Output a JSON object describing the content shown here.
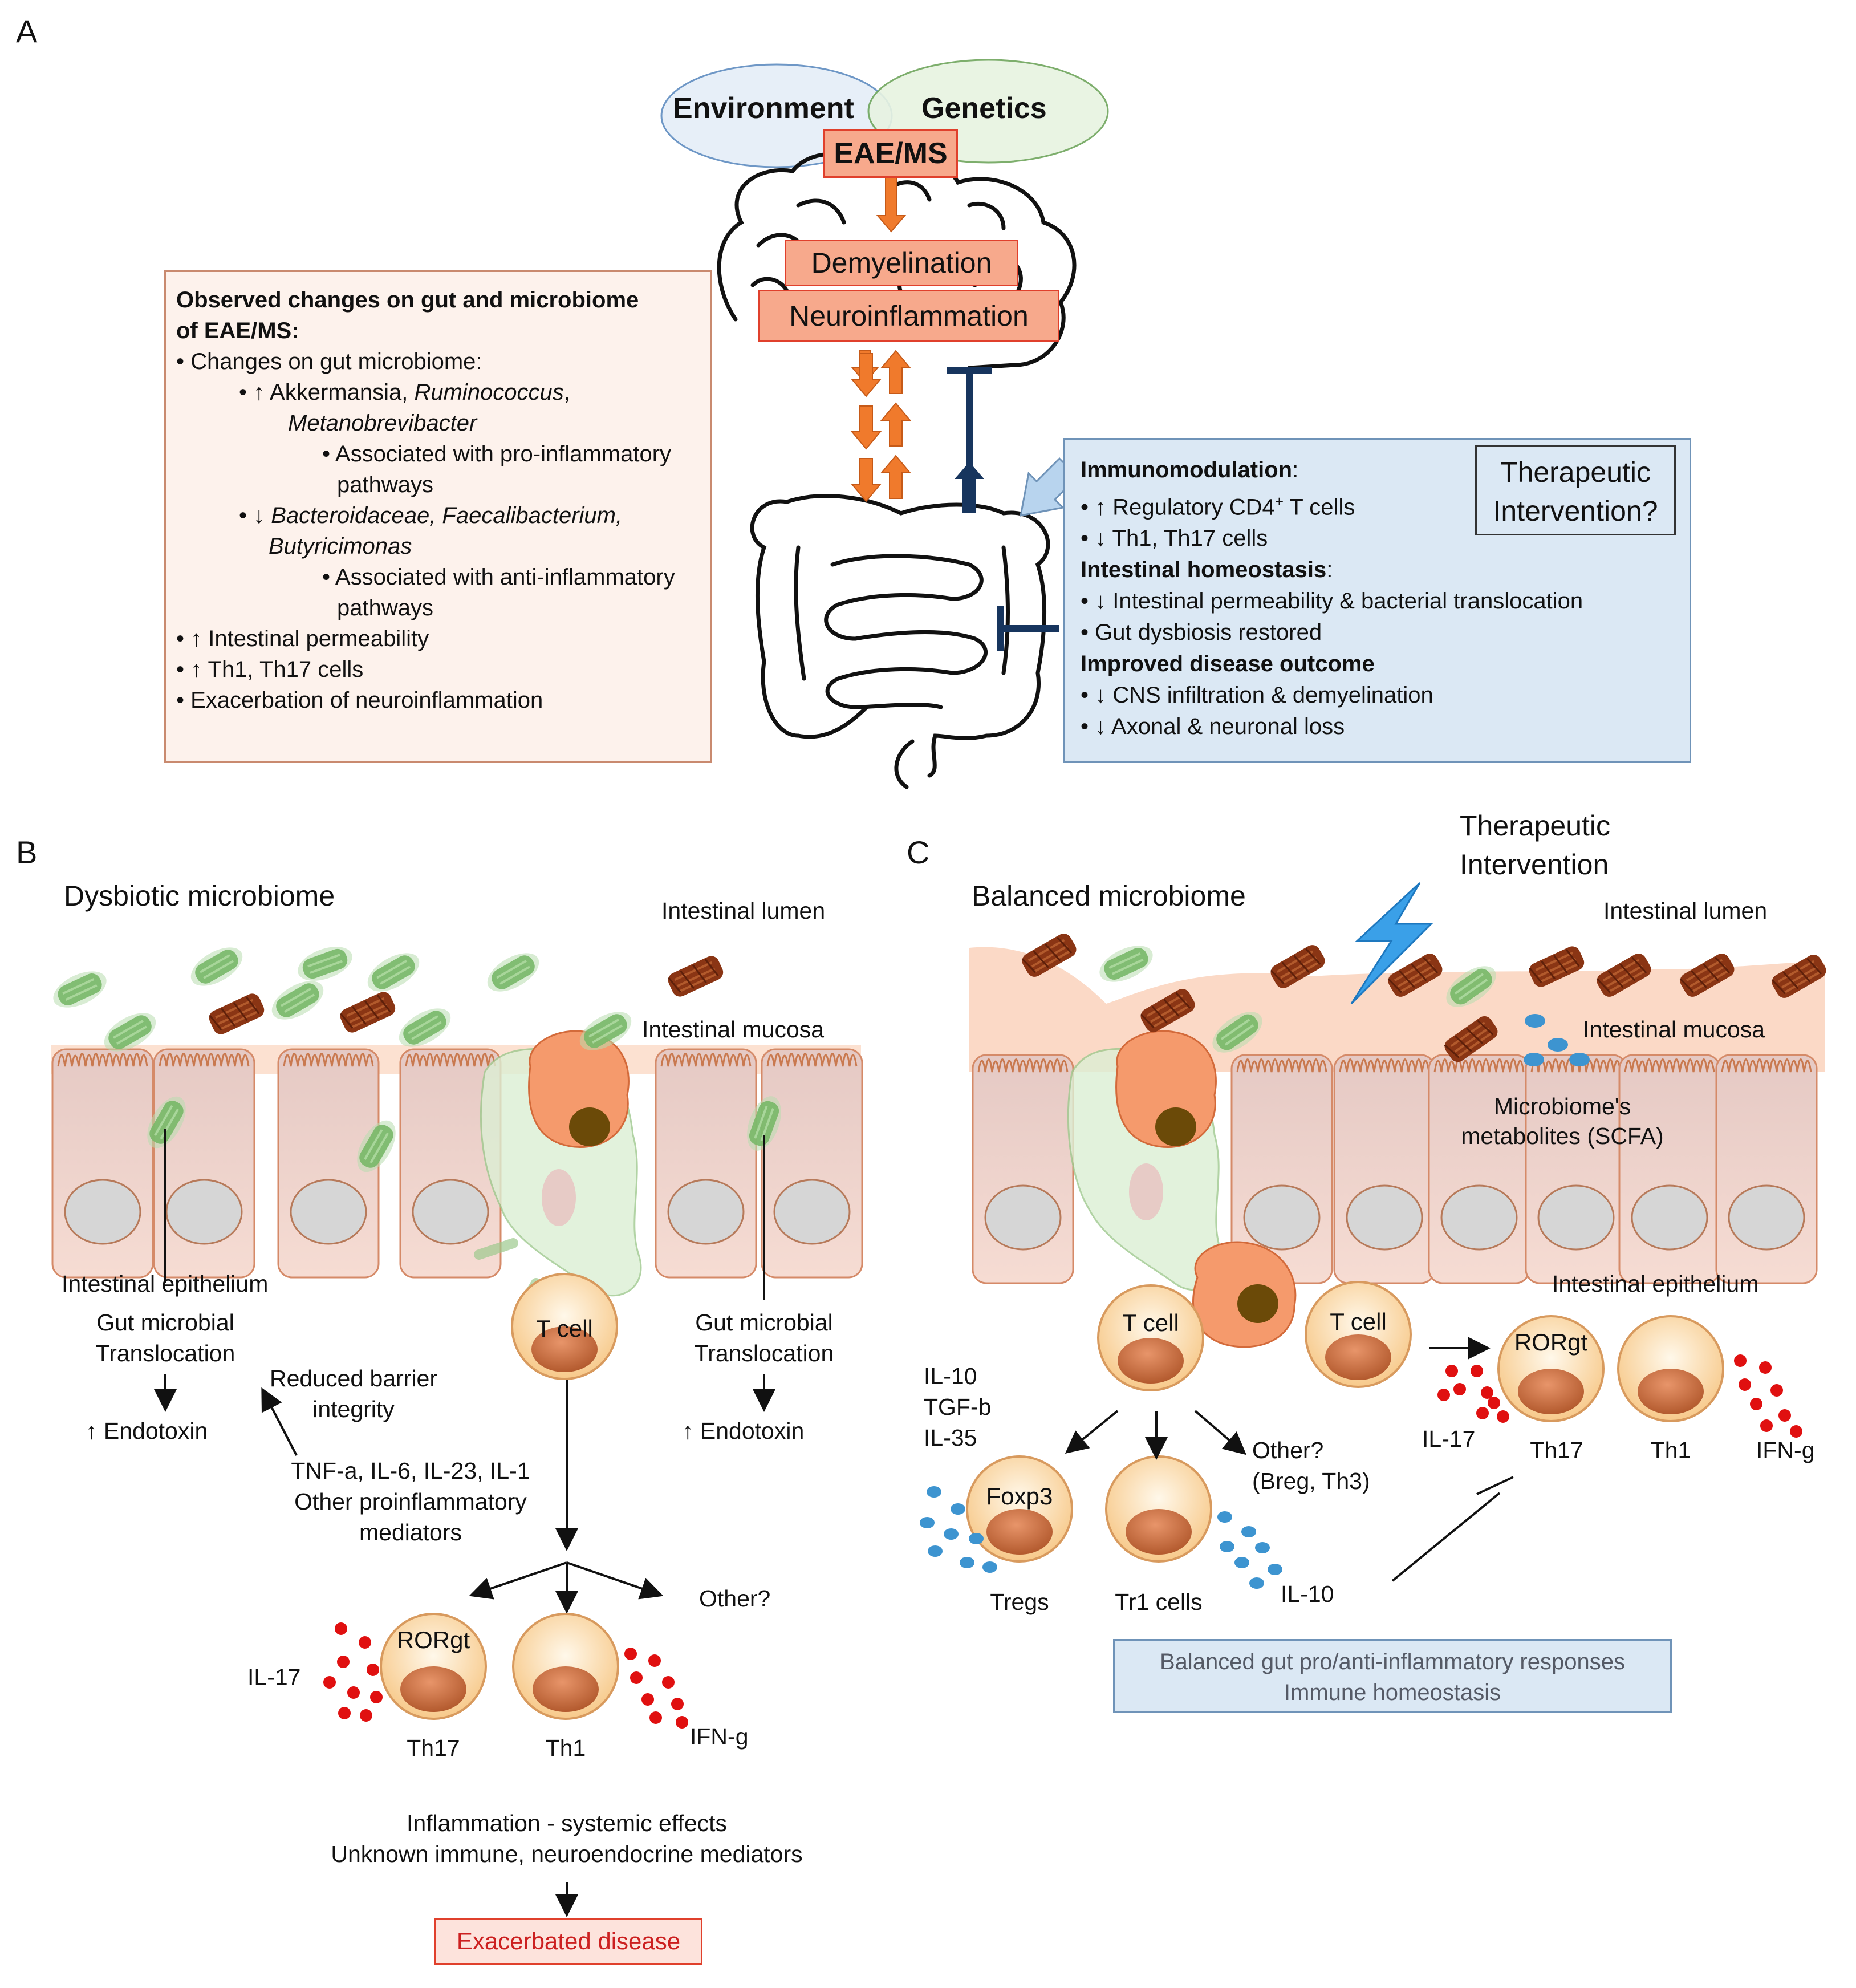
{
  "panel_a": {
    "letter": "A",
    "environment": "Environment",
    "genetics": "Genetics",
    "eae_ms": "EAE/MS",
    "demyelination": "Demyelination",
    "neuroinflammation": "Neuroinflammation",
    "observed": {
      "title_line1": "Observed changes on gut and microbiome",
      "title_line2": "of EAE/MS:",
      "l1": "• Changes on gut microbiome:",
      "l2a": "• ↑ Akkermansia, ",
      "l2b": "Ruminococcus",
      "l2c": ",",
      "l3": "Metanobrevibacter",
      "l4": "• Associated with pro-inflammatory",
      "l5": "pathways",
      "l6a": "• ↓ ",
      "l6b": "Bacteroidaceae, Faecalibacterium,",
      "l7": "Butyricimonas",
      "l8": "• Associated with anti-inflammatory",
      "l9": "pathways",
      "l10": "• ↑ Intestinal permeability",
      "l11": "• ↑ Th1, Th17 cells",
      "l12": "• Exacerbation of neuroinflammation"
    },
    "therapeutic": {
      "question_line1": "Therapeutic",
      "question_line2": "Intervention?",
      "immuno_title": "Immunomodulation",
      "colon": ":",
      "immuno1": "•    ↑ Regulatory CD4",
      "sup_plus": "+",
      "immuno1b": " T cells",
      "immuno2": "•    ↓ Th1, Th17 cells",
      "homeo_title": "Intestinal homeostasis",
      "homeo1": "•    ↓ Intestinal permeability & bacterial translocation",
      "homeo2": "•    Gut dysbiosis restored",
      "outcome_title": "Improved disease outcome",
      "outcome1": "•    ↓ CNS infiltration & demyelination",
      "outcome2": "•    ↓ Axonal & neuronal loss"
    }
  },
  "panel_b": {
    "letter": "B",
    "title": "Dysbiotic microbiome",
    "lumen": "Intestinal lumen",
    "mucosa": "Intestinal mucosa",
    "epithelium": "Intestinal epithelium",
    "translocation_left_1": "Gut microbial",
    "translocation_left_2": "Translocation",
    "endotoxin_left": "↑ Endotoxin",
    "reduced_1": "Reduced barrier",
    "reduced_2": "integrity",
    "mediators_1": "TNF-a, IL-6, IL-23, IL-1",
    "mediators_2": "Other proinflammatory",
    "mediators_3": "mediators",
    "t_cell": "T cell",
    "translocation_right_1": "Gut microbial",
    "translocation_right_2": "Translocation",
    "endotoxin_right": "↑ Endotoxin",
    "other": "Other?",
    "rorgt": "RORgt",
    "il17": "IL-17",
    "th17": "Th17",
    "th1": "Th1",
    "ifng": "IFN-g",
    "systemic_1": "Inflammation - systemic effects",
    "systemic_2": "Unknown immune, neuroendocrine mediators",
    "exacerbated": "Exacerbated disease"
  },
  "panel_c": {
    "letter": "C",
    "title": "Balanced microbiome",
    "therapeutic_1": "Therapeutic",
    "therapeutic_2": "Intervention",
    "lumen": "Intestinal lumen",
    "mucosa": "Intestinal mucosa",
    "metabolites_1": "Microbiome's",
    "metabolites_2": "metabolites (SCFA)",
    "epithelium": "Intestinal epithelium",
    "t_cell_1": "T cell",
    "t_cell_2": "T cell",
    "il10_a": "IL-10",
    "tgfb": "TGF-b",
    "il35": "IL-35",
    "other_1": "Other?",
    "other_2": "(Breg, Th3)",
    "foxp3": "Foxp3",
    "tregs": "Tregs",
    "tr1": "Tr1 cells",
    "il10_b": "IL-10",
    "rorgt": "RORgt",
    "il17": "IL-17",
    "th17": "Th17",
    "th1": "Th1",
    "ifng": "IFN-g",
    "balanced_1": "Balanced gut pro/anti-inflammatory responses",
    "balanced_2": "Immune homeostasis"
  },
  "colors": {
    "green_bacteria": "#79b86a",
    "brown_bacteria": "#8c3a16",
    "epithelial_cell": "#f3d9d3",
    "epithelial_border": "#d8845c",
    "mucus": "#fbd9c6",
    "nucleus": "#d4d4d4",
    "tcell": "#fbd49a",
    "tcell_nucleus": "#c46a3c",
    "red_dot": "#e01010",
    "blue_dot": "#3d94d0",
    "orange_arrow": "#f07a2c",
    "navy_inhibit": "#17355e",
    "bolt": "#3aa0e8"
  }
}
